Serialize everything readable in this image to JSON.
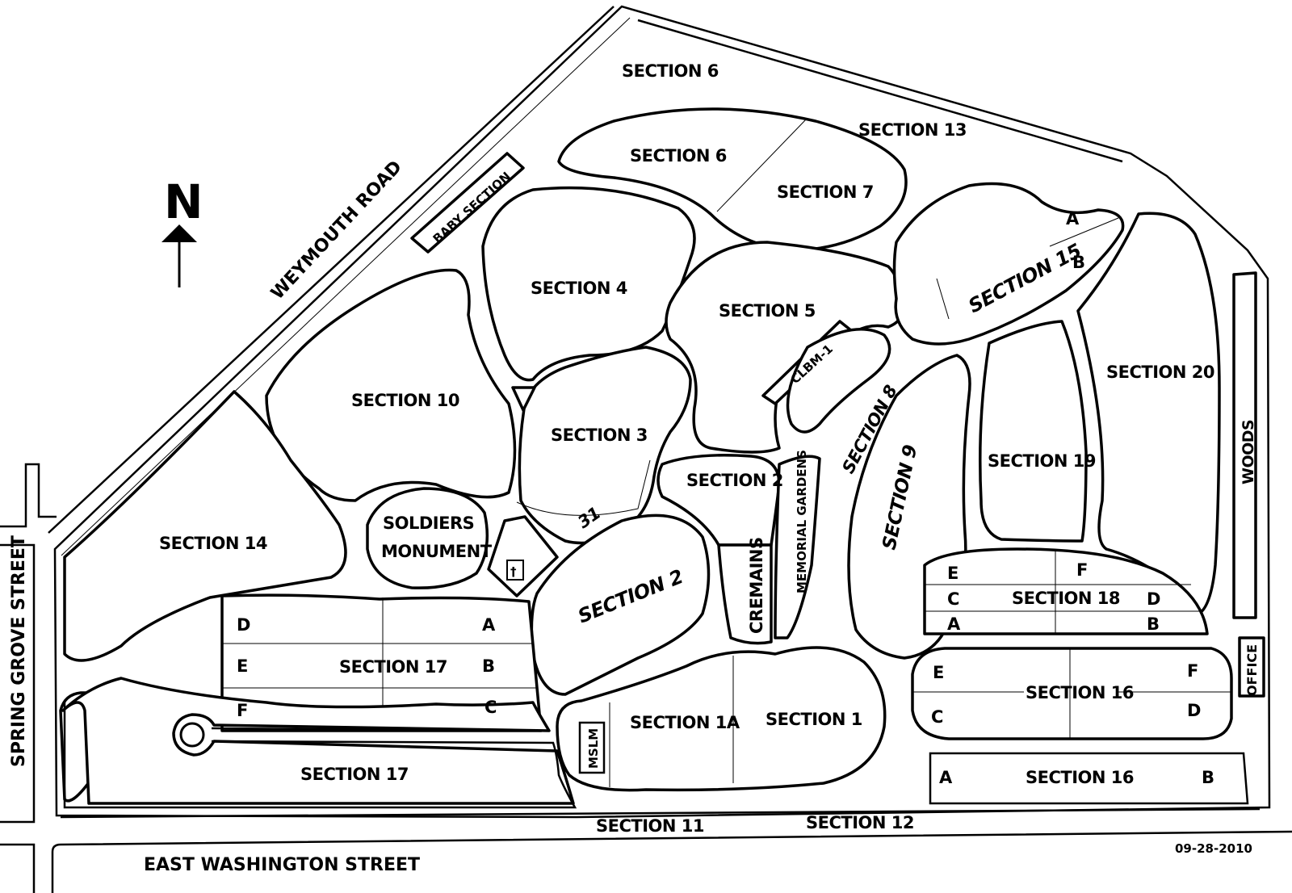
{
  "map": {
    "north_label": "N",
    "date": "09-28-2010",
    "streets": {
      "weymouth": "WEYMOUTH ROAD",
      "spring_grove": "SPRING GROVE STREET",
      "east_washington": "EAST WASHINGTON STREET"
    },
    "sections": {
      "s6_top": "SECTION 6",
      "s13": "SECTION 13",
      "s6": "SECTION 6",
      "s7": "SECTION 7",
      "baby": "BABY SECTION",
      "s4": "SECTION 4",
      "s5": "SECTION 5",
      "s15": "SECTION 15",
      "s15_a": "A",
      "s15_b": "B",
      "s10": "SECTION 10",
      "s3": "SECTION 3",
      "clbm": "CLBM-1",
      "s8": "SECTION 8",
      "s20": "SECTION 20",
      "woods": "WOODS",
      "s19": "SECTION 19",
      "s2_upper": "SECTION 2",
      "s31": "31",
      "soldiers_1": "SOLDIERS",
      "soldiers_2": "MONUMENT",
      "s14": "SECTION 14",
      "s2_lower": "SECTION 2",
      "cremains": "CREMAINS",
      "memorial": "MEMORIAL GARDENS",
      "s9": "SECTION 9",
      "s18": "SECTION 18",
      "s18_subs": [
        "E",
        "F",
        "C",
        "D",
        "A",
        "B"
      ],
      "s17": "SECTION 17",
      "s17_subs": [
        "D",
        "A",
        "E",
        "B",
        "F",
        "C"
      ],
      "s17_lower": "SECTION 17",
      "s1a": "SECTION 1A",
      "s1": "SECTION 1",
      "mslm": "MSLM",
      "s16": "SECTION 16",
      "s16_subs": [
        "E",
        "F",
        "C",
        "D"
      ],
      "s16_lower": "SECTION 16",
      "s16_lower_subs": [
        "A",
        "B"
      ],
      "office": "OFFICE",
      "s11": "SECTION 11",
      "s12": "SECTION 12",
      "cross": "†"
    }
  }
}
